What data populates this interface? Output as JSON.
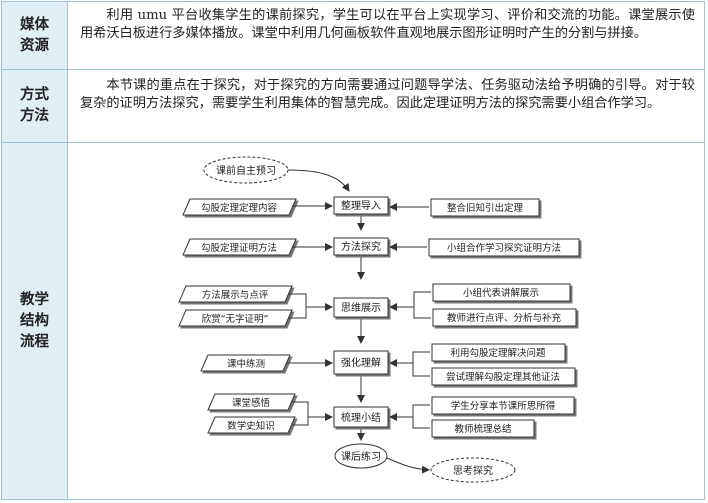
{
  "table": {
    "rows": [
      {
        "label": "媒体资源",
        "text": "利用 umu 平台收集学生的课前探究，学生可以在平台上实现学习、评价和交流的功能。课堂展示使用希沃白板进行多媒体播放。课堂中利用几何画板软件直观地展示图形证明时产生的分割与拼接。"
      },
      {
        "label": "方式方法",
        "text": "本节课的重点在于探究，对于探究的方向需要通过问题导学法、任务驱动法给予明确的引导。对于较复杂的证明方法探究，需要学生利用集体的智慧完成。因此定理证明方法的探究需要小组合作学习。"
      },
      {
        "label": "教学结构流程"
      }
    ]
  },
  "flowchart": {
    "start": "课前自主预习",
    "end": "课后练习",
    "extension": "思考探究",
    "steps": [
      {
        "name": "整理导入",
        "left": [
          "勾股定理定理内容"
        ],
        "right": [
          "整合旧知引出定理"
        ]
      },
      {
        "name": "方法探究",
        "left": [
          "勾股定理证明方法"
        ],
        "right": [
          "小组合作学习探究证明方法"
        ]
      },
      {
        "name": "思维展示",
        "left": [
          "方法展示与点评",
          "欣赏“无字证明”"
        ],
        "right": [
          "小组代表讲解展示",
          "教师进行点评、分析与补充"
        ]
      },
      {
        "name": "强化理解",
        "left": [
          "课中练测"
        ],
        "right": [
          "利用勾股定理解决问题",
          "尝试理解勾股定理其他证法"
        ]
      },
      {
        "name": "梳理小结",
        "left": [
          "课堂感悟",
          "数学史知识"
        ],
        "right": [
          "学生分享本节课所思所得",
          "教师梳理总结"
        ]
      }
    ]
  }
}
